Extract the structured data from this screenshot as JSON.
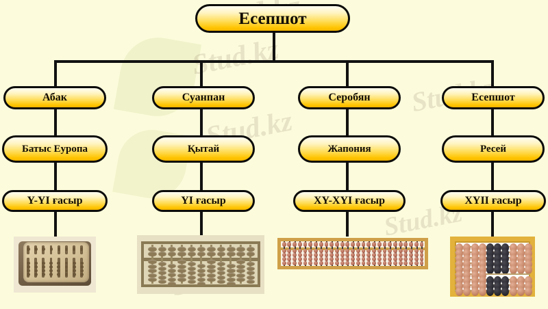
{
  "page": {
    "background_color": "#fcfcdc",
    "node_border_color": "#0b0b0b",
    "node_fill_top": "#fffdf2",
    "node_fill_bottom": "#ffc400"
  },
  "watermark": {
    "text1": "Stud.kz",
    "text2": "Stud.kz",
    "text3": "Stud.kz",
    "text4": "Stud.kz",
    "text5": "Stud.kz",
    "text6": "Stud.kz"
  },
  "diagram": {
    "root": {
      "label": "Есепшот"
    },
    "columns": [
      {
        "name": "Абак",
        "region": "Батыс Еуропа",
        "century": "Y-YI ғасыр",
        "image_name": "roman-abacus-image"
      },
      {
        "name": "Суанпан",
        "region": "Қытай",
        "century": "YI ғасыр",
        "image_name": "chinese-suanpan-image"
      },
      {
        "name": "Серобян",
        "region": "Жапония",
        "century": "XY-XYI ғасыр",
        "image_name": "japanese-soroban-image"
      },
      {
        "name": "Есепшот",
        "region": "Ресей",
        "century": "XYII ғасыр",
        "image_name": "russian-schoty-image"
      }
    ]
  }
}
